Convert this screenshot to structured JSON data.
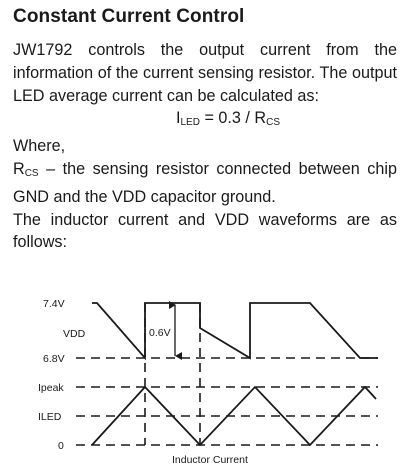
{
  "section": {
    "title": "Constant Current Control"
  },
  "body": {
    "intro": "JW1792 controls the output current from the information of the current sensing resistor. The output LED average current can be calculated as:",
    "formula": {
      "lhs_main": "I",
      "lhs_sub": "LED",
      "middle": " = 0.3 / R",
      "rhs_sub": "CS"
    },
    "where": "Where,",
    "definition": {
      "symbol_main": "R",
      "symbol_sub": "CS",
      "text": " – the sensing resistor connected between chip GND and the VDD capacitor ground."
    },
    "waveform_intro": "The inductor current and VDD waveforms are as follows:"
  },
  "diagram": {
    "labels": {
      "vmax": "7.4V",
      "vdd": "VDD",
      "vmin": "6.8V",
      "ipeak": "Ipeak",
      "iled": "ILED",
      "zero": "0",
      "delta": "0.6V",
      "caption": "Inductor Current"
    }
  }
}
